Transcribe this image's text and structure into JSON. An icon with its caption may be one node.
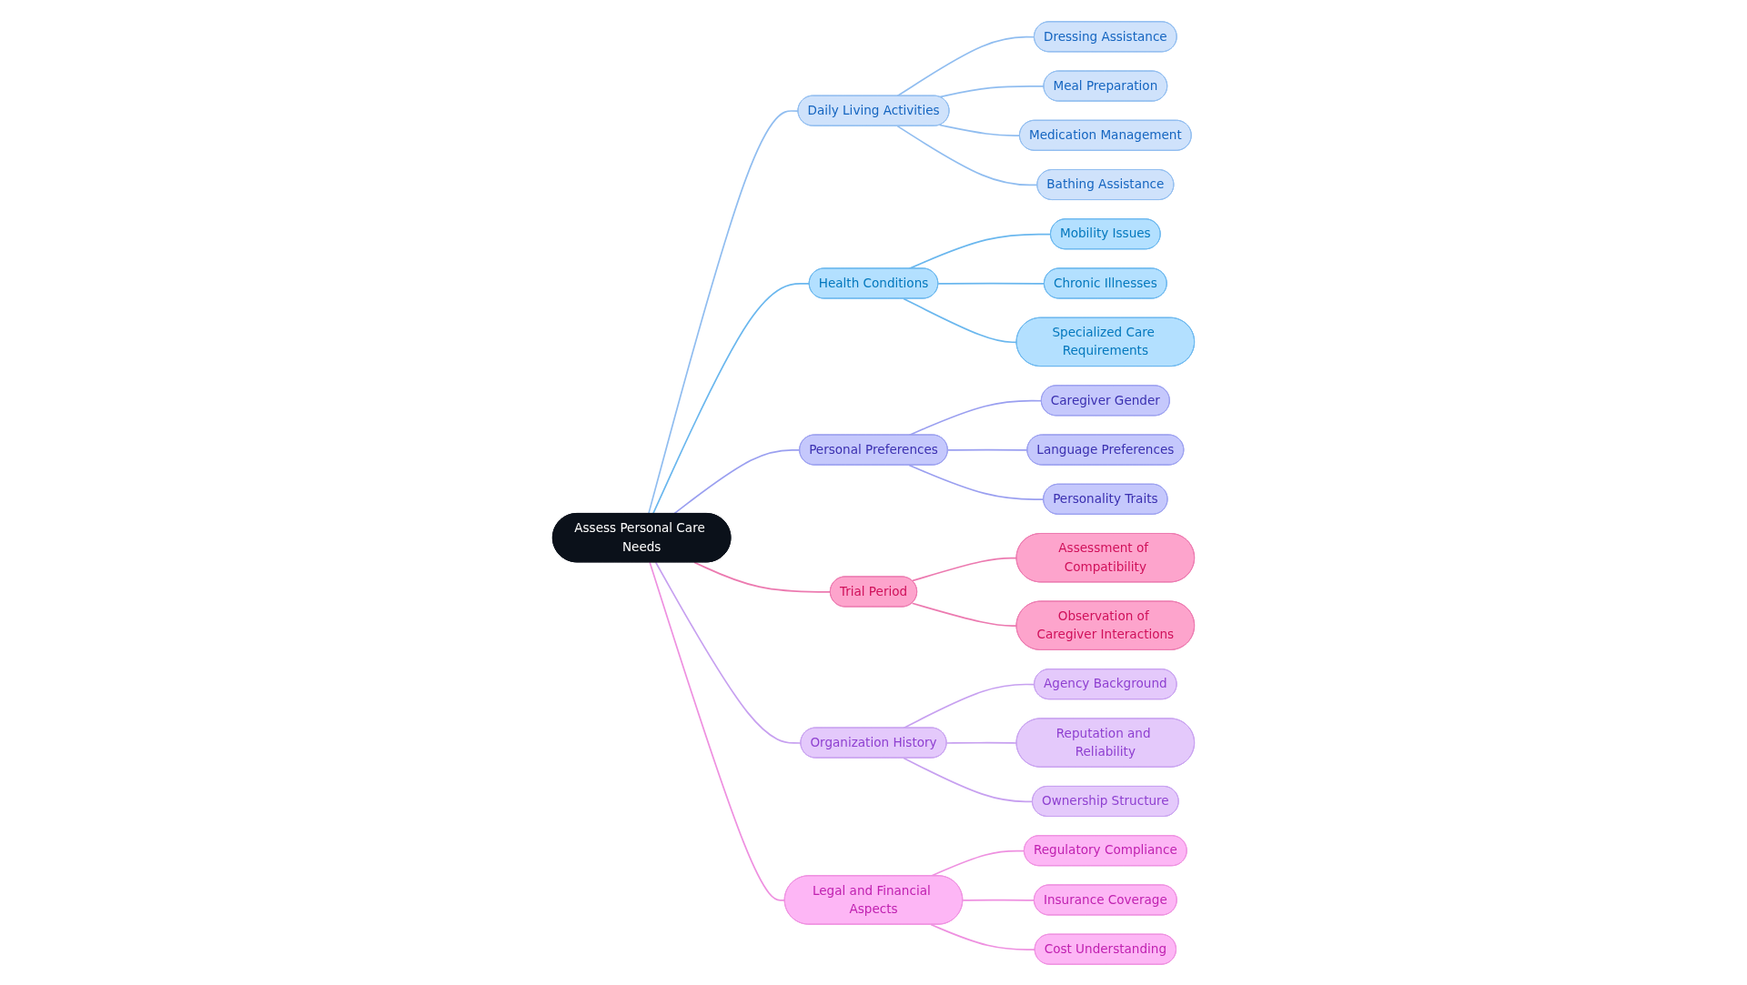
{
  "diagram": {
    "nodes": [
      {
        "text": [
          "Assess Personal Care Needs"
        ]
      },
      {
        "text": [
          "Daily Living Activities"
        ]
      },
      {
        "text": [
          "Dressing Assistance"
        ]
      },
      {
        "text": [
          "Meal Preparation"
        ]
      },
      {
        "text": [
          "Medication Management"
        ]
      },
      {
        "text": [
          "Bathing Assistance"
        ]
      },
      {
        "text": [
          "Health Conditions"
        ]
      },
      {
        "text": [
          "Mobility Issues"
        ]
      },
      {
        "text": [
          "Chronic Illnesses"
        ]
      },
      {
        "text": [
          "Specialized Care Requirements"
        ]
      },
      {
        "text": [
          "Personal Preferences"
        ]
      },
      {
        "text": [
          "Caregiver Gender"
        ]
      },
      {
        "text": [
          "Language Preferences"
        ]
      },
      {
        "text": [
          "Personality Traits"
        ]
      },
      {
        "text": [
          "Trial Period"
        ]
      },
      {
        "text": [
          "Assessment of Compatibility"
        ]
      },
      {
        "text": [
          "Observation of Caregiver Interactions"
        ]
      },
      {
        "text": [
          "Organization History"
        ]
      },
      {
        "text": [
          "Agency Background"
        ]
      },
      {
        "text": [
          "Reputation and Reliability"
        ]
      },
      {
        "text": [
          "Ownership Structure"
        ]
      },
      {
        "text": [
          "Legal and Financial Aspects"
        ]
      },
      {
        "text": [
          "Regulatory Compliance"
        ]
      },
      {
        "text": [
          "Insurance Coverage"
        ]
      },
      {
        "text": [
          "Cost Understanding"
        ]
      }
    ],
    "edges": [
      {
        "from": 0,
        "to": 1,
        "arrow": "none",
        "color": "#90bdf0"
      },
      {
        "from": 1,
        "to": 2,
        "arrow": "none",
        "color": "#90bdf0"
      },
      {
        "from": 1,
        "to": 3,
        "arrow": "none",
        "color": "#90bdf0"
      },
      {
        "from": 1,
        "to": 4,
        "arrow": "none",
        "color": "#90bdf0"
      },
      {
        "from": 1,
        "to": 5,
        "arrow": "none",
        "color": "#90bdf0"
      },
      {
        "from": 0,
        "to": 6,
        "arrow": "none",
        "color": "#6ab7ee"
      },
      {
        "from": 6,
        "to": 7,
        "arrow": "none",
        "color": "#6ab7ee"
      },
      {
        "from": 6,
        "to": 8,
        "arrow": "none",
        "color": "#6ab7ee"
      },
      {
        "from": 6,
        "to": 9,
        "arrow": "none",
        "color": "#6ab7ee"
      },
      {
        "from": 0,
        "to": 10,
        "arrow": "none",
        "color": "#9a9ff0"
      },
      {
        "from": 10,
        "to": 11,
        "arrow": "none",
        "color": "#9a9ff0"
      },
      {
        "from": 10,
        "to": 12,
        "arrow": "none",
        "color": "#9a9ff0"
      },
      {
        "from": 10,
        "to": 13,
        "arrow": "none",
        "color": "#9a9ff0"
      },
      {
        "from": 0,
        "to": 14,
        "arrow": "none",
        "color": "#ec7ab0"
      },
      {
        "from": 14,
        "to": 15,
        "arrow": "none",
        "color": "#ec7ab0"
      },
      {
        "from": 14,
        "to": 16,
        "arrow": "none",
        "color": "#ec7ab0"
      },
      {
        "from": 0,
        "to": 17,
        "arrow": "none",
        "color": "#c7a0f0"
      },
      {
        "from": 17,
        "to": 18,
        "arrow": "none",
        "color": "#c7a0f0"
      },
      {
        "from": 17,
        "to": 19,
        "arrow": "none",
        "color": "#c7a0f0"
      },
      {
        "from": 17,
        "to": 20,
        "arrow": "none",
        "color": "#c7a0f0"
      },
      {
        "from": 0,
        "to": 21,
        "arrow": "none",
        "color": "#ee90e0"
      },
      {
        "from": 21,
        "to": 22,
        "arrow": "none",
        "color": "#ee90e0"
      },
      {
        "from": 21,
        "to": 23,
        "arrow": "none",
        "color": "#ee90e0"
      },
      {
        "from": 21,
        "to": 24,
        "arrow": "none",
        "color": "#ee90e0"
      }
    ]
  }
}
